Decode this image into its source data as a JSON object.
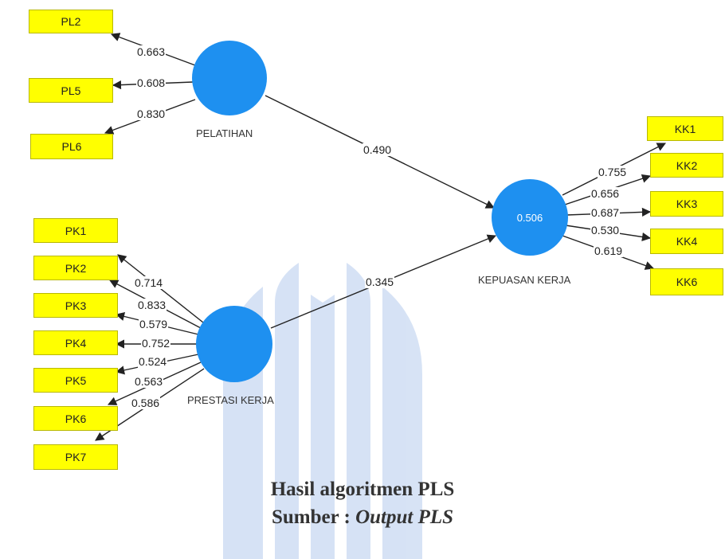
{
  "colors": {
    "indicator_fill": "#ffff00",
    "latent_fill": "#1e90f0",
    "arrow": "#222222",
    "watermark": "#c9d9f2"
  },
  "latent": {
    "pelatihan": {
      "name": "PELATIHAN",
      "value": ""
    },
    "prestasi": {
      "name": "PRESTASI KERJA",
      "value": ""
    },
    "kepuasan": {
      "name": "KEPUASAN KERJA",
      "value": "0.506"
    }
  },
  "indicators": {
    "pl2": "PL2",
    "pl5": "PL5",
    "pl6": "PL6",
    "pk1": "PK1",
    "pk2": "PK2",
    "pk3": "PK3",
    "pk4": "PK4",
    "pk5": "PK5",
    "pk6": "PK6",
    "pk7": "PK7",
    "kk1": "KK1",
    "kk2": "KK2",
    "kk3": "KK3",
    "kk4": "KK4",
    "kk6": "KK6"
  },
  "loadings": {
    "pl2": "0.663",
    "pl5": "0.608",
    "pl6": "0.830",
    "pk1": "0.714",
    "pk2": "0.833",
    "pk3": "0.579",
    "pk4": "0.752",
    "pk5": "0.524",
    "pk6": "0.563",
    "pk7": "0.586",
    "kk1": "0.755",
    "kk2": "0.656",
    "kk3": "0.687",
    "kk4": "0.530",
    "kk6": "0.619"
  },
  "paths": {
    "pelatihan_kepuasan": "0.490",
    "prestasi_kepuasan": "0.345"
  },
  "caption": {
    "line1": "Hasil algoritmen PLS",
    "line2_prefix": "Sumber : ",
    "line2_italic": "Output PLS"
  }
}
